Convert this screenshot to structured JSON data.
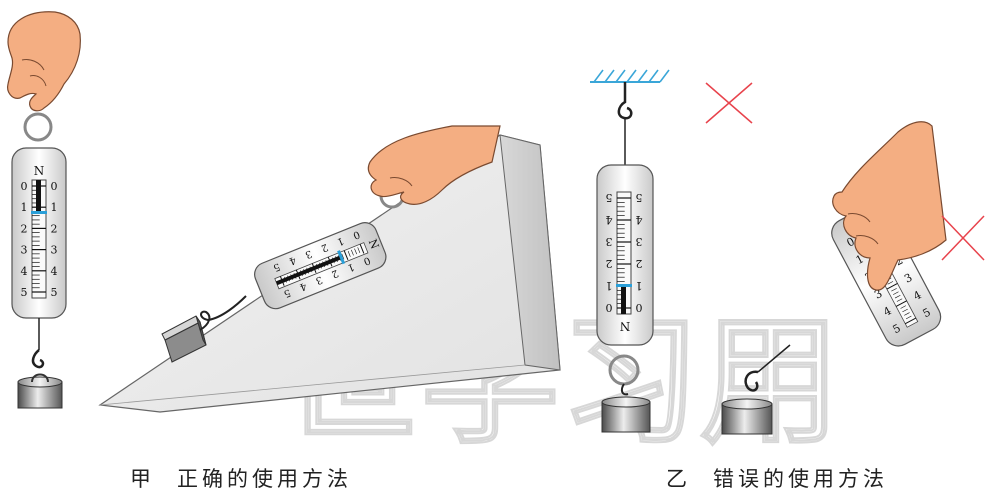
{
  "scale_labels": [
    "0",
    "1",
    "2",
    "3",
    "4",
    "5"
  ],
  "unit_label": "N",
  "captions": {
    "left_tag": "甲",
    "left_text": "正确的使用方法",
    "right_tag": "乙",
    "right_text": "错误的使用方法"
  },
  "watermark": "世学习用",
  "colors": {
    "skin": "#f4ae82",
    "skin_shadow": "#d98e62",
    "indicator": "#2a9fd8",
    "hatch": "#3aa6d8",
    "wrong_mark": "#e8434c",
    "metal_dark": "#5b5b5b",
    "metal_light": "#e6e6e6"
  }
}
